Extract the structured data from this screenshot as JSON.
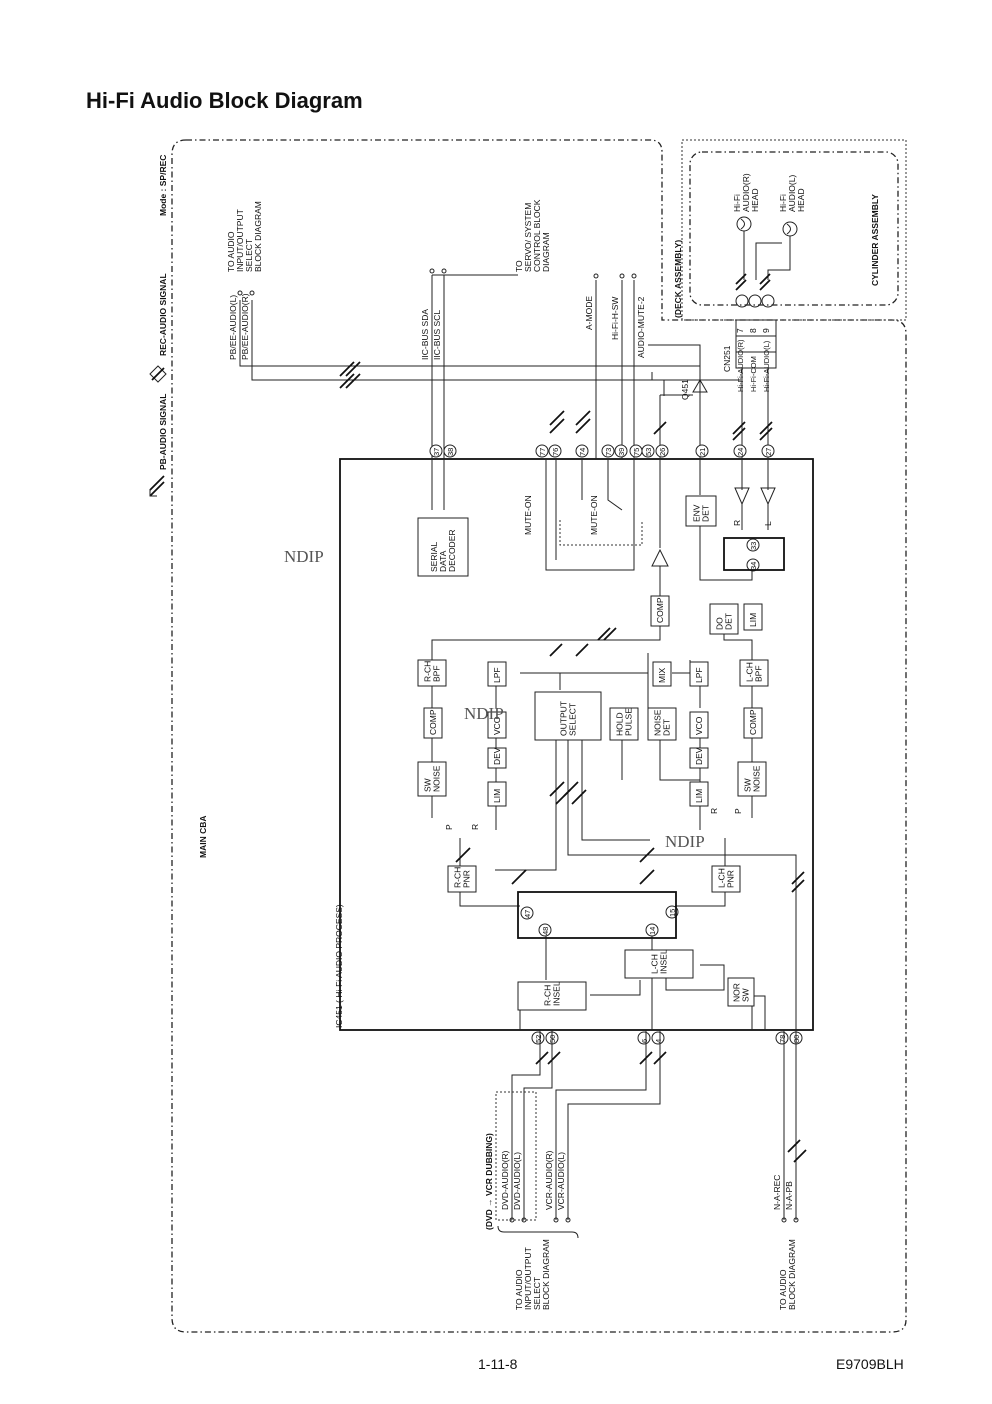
{
  "page": {
    "title": "Hi-Fi Audio Block Diagram",
    "page_number": "1-11-8",
    "doc_code": "E9709BLH"
  },
  "legend": {
    "mode": "Mode : SP/REC",
    "rec_signal": "REC-AUDIO SIGNAL",
    "pb_signal": "PB-AUDIO SIGNAL"
  },
  "assemblies": {
    "deck": "(DECK ASSEMBLY)",
    "cylinder": "CYLINDER ASSEMBLY",
    "main_cba": "MAIN CBA",
    "ic451": "IC451  ( Hi-Fi AUDIO PROCESS)",
    "watermark": "NDIP"
  },
  "heads": [
    {
      "line1": "Hi-Fi",
      "line2": "AUDIO(R)",
      "line3": "HEAD"
    },
    {
      "line1": "Hi-Fi",
      "line2": "AUDIO(L)",
      "line3": "HEAD"
    }
  ],
  "connector": {
    "name": "CN251",
    "pins": [
      {
        "label": "Hi-Fi-AUDIO(R)",
        "num": "7"
      },
      {
        "label": "Hi-Fi-COM",
        "num": "8"
      },
      {
        "label": "Hi-Fi-AUDIO(L)",
        "num": "9"
      }
    ]
  },
  "transistor": "Q451",
  "top_signals": {
    "pb_ee_l": "PB/EE-AUDIO(L)",
    "pb_ee_r": "PB/EE-AUDIO(R)",
    "to_audio_io": [
      "TO AUDIO",
      "INPUT/OUTPUT",
      "SELECT",
      "BLOCK DIAGRAM"
    ],
    "iic_sda": "IIC-BUS SDA",
    "iic_scl": "IIC-BUS SCL",
    "to_servo": [
      "TO",
      "SERVO/ SYSTEM",
      "CONTROL BLOCK",
      "DIAGRAM"
    ],
    "a_mode": "A-MODE",
    "hifi_h_sw": "Hi-Fi-H-SW",
    "audio_mute_2": "AUDIO-MUTE-2"
  },
  "top_pins": [
    "37",
    "38",
    "77",
    "76",
    "74",
    "73",
    "39",
    "75",
    "53",
    "26",
    "21",
    "24",
    "27"
  ],
  "bottom_pins": [
    "52",
    "50",
    "6",
    "4",
    "78",
    "80"
  ],
  "internal_pins": [
    "33",
    "34",
    "47",
    "48",
    "14",
    "15"
  ],
  "blocks": {
    "serial": [
      "SERIAL",
      "DATA",
      "DECODER"
    ],
    "mute_on_1": "MUTE-ON",
    "mute_on_2": "MUTE-ON",
    "env_det": [
      "ENV",
      "DET"
    ],
    "comp_top": "COMP",
    "do_det": [
      "DO",
      "DET"
    ],
    "lim_right": "LIM",
    "rch_bpf": [
      "R-CH",
      "BPF"
    ],
    "lpf_left": "LPF",
    "mix": "MIX",
    "lpf_right": "LPF",
    "lch_bpf": [
      "L-CH",
      "BPF"
    ],
    "comp_left": "COMP",
    "vco_left": "VCO",
    "output_select": [
      "OUTPUT",
      "SELECT"
    ],
    "hold_pulse": [
      "HOLD",
      "PULSE"
    ],
    "noise_det": [
      "NOISE",
      "DET"
    ],
    "vco_right": "VCO",
    "comp_right": "COMP",
    "sw_noise_left": [
      "SW",
      "NOISE"
    ],
    "dev_left": "DEV",
    "dev_right": "DEV",
    "sw_noise_right": [
      "SW",
      "NOISE"
    ],
    "lim_left": "LIM",
    "lim_mid": "LIM",
    "rch_pnr": [
      "R-CH",
      "PNR"
    ],
    "lch_pnr": [
      "L-CH",
      "PNR"
    ],
    "lch_insel": [
      "L-CH",
      "INSEL"
    ],
    "rch_insel": [
      "R-CH",
      "INSEL"
    ],
    "nor_sw": [
      "NOR",
      "SW"
    ]
  },
  "switch_labels": {
    "r": "R",
    "l": "L",
    "p": "P"
  },
  "bottom_signals": {
    "dubbing": "(DVD → VCR DUBBING)",
    "dvd_r": "DVD-AUDIO(R)",
    "dvd_l": "DVD-AUDIO(L)",
    "vcr_r": "VCR-AUDIO(R)",
    "vcr_l": "VCR-AUDIO(L)",
    "to_audio_io": [
      "TO AUDIO",
      "INPUT/OUTPUT",
      "SELECT",
      "BLOCK DIAGRAM"
    ],
    "n_a_rec": "N-A-REC",
    "n_a_pb": "N-A-PB",
    "to_audio_block": [
      "TO AUDIO",
      "BLOCK DIAGRAM"
    ]
  }
}
